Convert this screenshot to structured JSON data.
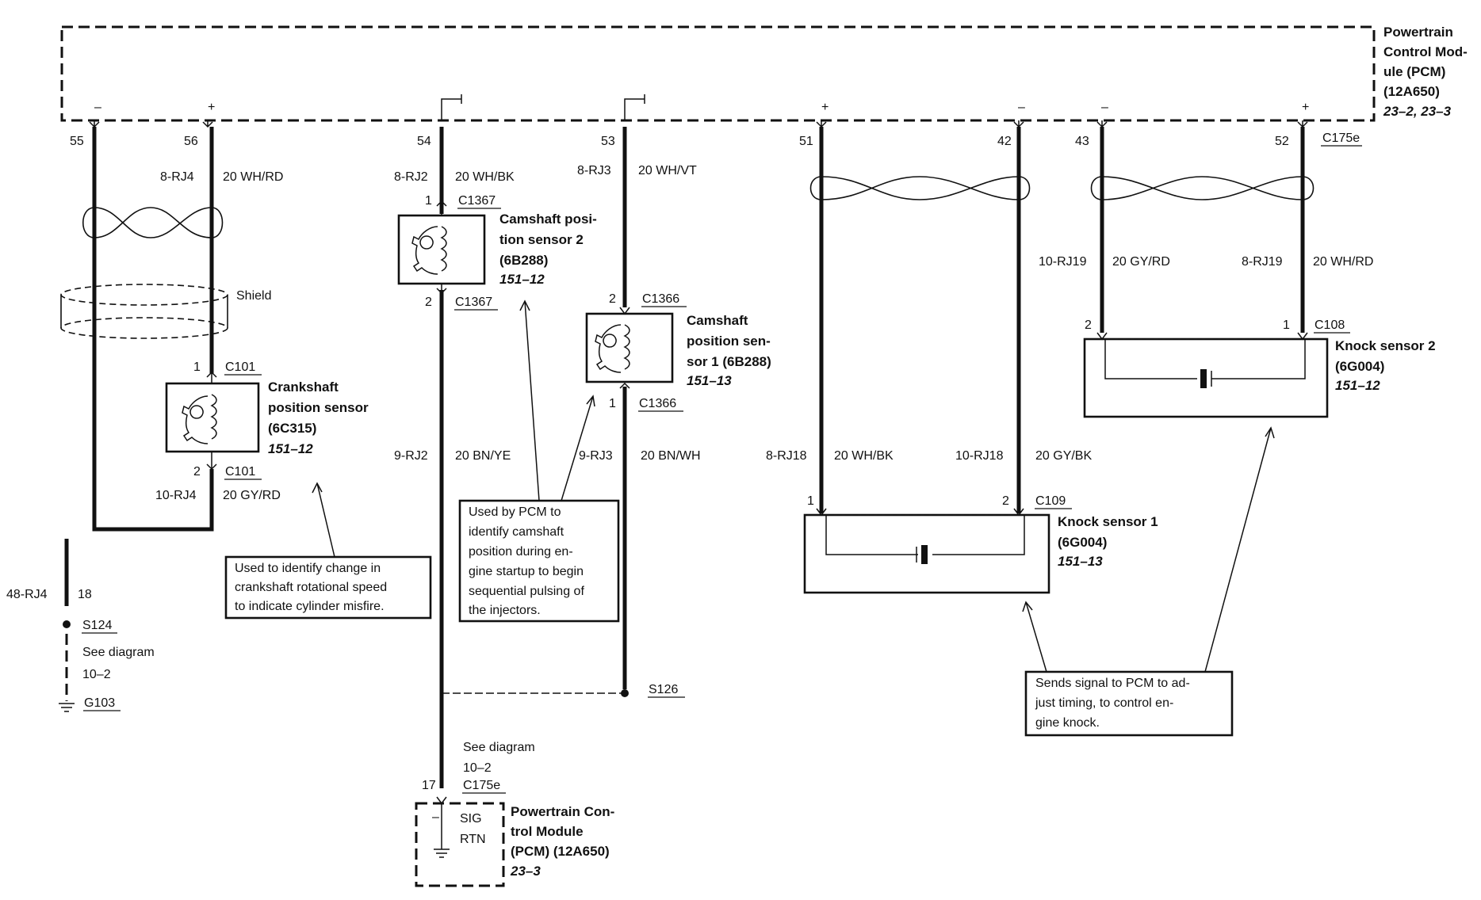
{
  "pcm_main": {
    "title_lines": [
      "Powertrain",
      "Control Mod-",
      "ule (PCM)",
      "(12A650)"
    ],
    "ref": "23–2, 23–3",
    "connector": "C175e",
    "polarity": [
      "–",
      "+",
      "+",
      "–",
      "–",
      "+"
    ]
  },
  "pins": [
    "55",
    "56",
    "54",
    "53",
    "51",
    "42",
    "43",
    "52"
  ],
  "crank": {
    "circuit_top": "8-RJ4",
    "wire_top": "20 WH/RD",
    "shield": "Shield",
    "pin1": "1",
    "conn1": "C101",
    "pin2": "2",
    "conn2": "C101",
    "circuit_bottom": "10-RJ4",
    "wire_bottom": "20 GY/RD",
    "name_lines": [
      "Crankshaft",
      "position sensor",
      "(6C315)"
    ],
    "ref": "151–12",
    "note_lines": [
      "Used to identify change in",
      "crankshaft rotational speed",
      "to indicate cylinder misfire."
    ]
  },
  "ground": {
    "circuit": "48-RJ4",
    "wire": "18",
    "splice": "S124",
    "see_lines": [
      "See diagram",
      "10–2"
    ],
    "ground": "G103"
  },
  "cmp2": {
    "circuit_top": "8-RJ2",
    "wire_top": "20 WH/BK",
    "pin1": "1",
    "conn1": "C1367",
    "pin2": "2",
    "conn2": "C1367",
    "name_lines": [
      "Camshaft posi-",
      "tion sensor 2",
      "(6B288)"
    ],
    "ref": "151–12",
    "circuit_bottom": "9-RJ2",
    "wire_bottom": "20 BN/YE"
  },
  "cmp1": {
    "circuit_top": "8-RJ3",
    "wire_top": "20 WH/VT",
    "pin2": "2",
    "conn2": "C1366",
    "pin1": "1",
    "conn1": "C1366",
    "name_lines": [
      "Camshaft",
      "position sen-",
      "sor 1 (6B288)"
    ],
    "ref": "151–13",
    "circuit_bottom": "9-RJ3",
    "wire_bottom": "20 BN/WH"
  },
  "cmp_note_lines": [
    "Used by PCM to",
    "identify camshaft",
    "position during en-",
    "gine startup to begin",
    "sequential pulsing of",
    "the injectors."
  ],
  "splice126": "S126",
  "see2_lines": [
    "See diagram",
    "10–2"
  ],
  "pcm_bottom": {
    "pin": "17",
    "conn": "C175e",
    "minus": "–",
    "sig": "SIG",
    "rtn": "RTN",
    "title_lines": [
      "Powertrain Con-",
      "trol Module",
      "(PCM) (12A650)"
    ],
    "ref": "23–3"
  },
  "ks1": {
    "circuit_left": "8-RJ18",
    "wire_left": "20 WH/BK",
    "circuit_right": "10-RJ18",
    "wire_right": "20 GY/BK",
    "pin1": "1",
    "pin2": "2",
    "conn": "C109",
    "name_lines": [
      "Knock sensor 1",
      "(6G004)"
    ],
    "ref": "151–13"
  },
  "ks2": {
    "circuit_left": "10-RJ19",
    "wire_left": "20 GY/RD",
    "circuit_right": "8-RJ19",
    "wire_right": "20 WH/RD",
    "pin2": "2",
    "pin1": "1",
    "conn": "C108",
    "name_lines": [
      "Knock sensor 2",
      "(6G004)"
    ],
    "ref": "151–12"
  },
  "knock_note_lines": [
    "Sends signal to PCM to ad-",
    "just timing, to control en-",
    "gine knock."
  ]
}
